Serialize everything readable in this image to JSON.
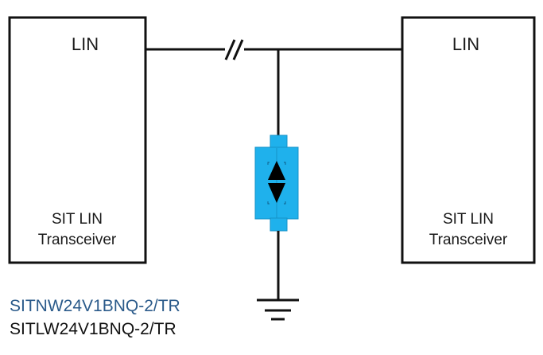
{
  "left_block": {
    "pin_label": "LIN",
    "title_line1": "SIT LIN",
    "title_line2": "Transceiver"
  },
  "right_block": {
    "pin_label": "LIN",
    "title_line1": "SIT LIN",
    "title_line2": "Transceiver"
  },
  "protection_device": {
    "icon": "bidirectional-tvs-diode-icon",
    "color": "#1fb1ec"
  },
  "bus_break_icon": "wire-break-icon",
  "ground_icon": "ground-icon",
  "part_numbers": [
    {
      "text": "SITNW24V1BNQ-2/TR",
      "color": "#2a5a8a"
    },
    {
      "text": "SITLW24V1BNQ-2/TR",
      "color": "#111111"
    }
  ]
}
